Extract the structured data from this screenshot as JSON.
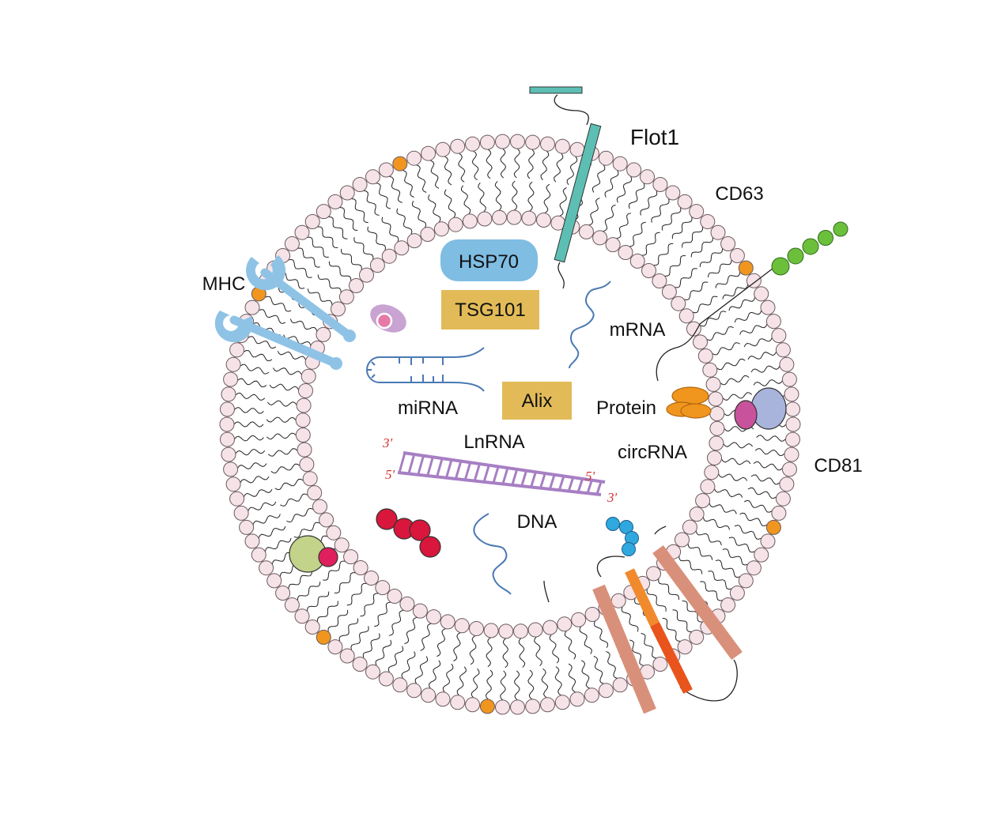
{
  "labels": {
    "flot1": "Flot1",
    "cd63": "CD63",
    "mhc": "MHC",
    "hsp70": "HSP70",
    "tsg101": "TSG101",
    "mrna": "mRNA",
    "mirna": "miRNA",
    "alix": "Alix",
    "protein": "Protein",
    "cd81": "CD81",
    "lnrna": "LnRNA",
    "circrna": "circRNA",
    "dna": "DNA"
  },
  "strand_ends": {
    "top_left": "3'",
    "bottom_left": "5'",
    "top_right": "5'",
    "bottom_right": "3'"
  },
  "colors": {
    "lipid_head": "#f6e3e8",
    "lipid_outline": "#6b5a5e",
    "special_head": "#f0961e",
    "flot1": "#5dbfb3",
    "hsp70": "#7fbde3",
    "tsg101_alix": "#e2bb58",
    "mhc": "#8ec3e6",
    "cd63_beads": "#6cbf3b",
    "lnrna": "#a77fc4",
    "protein": "#f0961e",
    "dna_red": "#d9163b",
    "blue_beads": "#2fa8e0",
    "cd81_pink": "#c8529b",
    "cd81_lavender": "#a9b4dc",
    "olive": "#c3d38a",
    "magenta": "#e0205e",
    "tm_salmon": "#d9907a",
    "tm_orange": "#f08a2c",
    "tm_orange_dark": "#e8541c",
    "strand_blue": "#4a79b3"
  }
}
